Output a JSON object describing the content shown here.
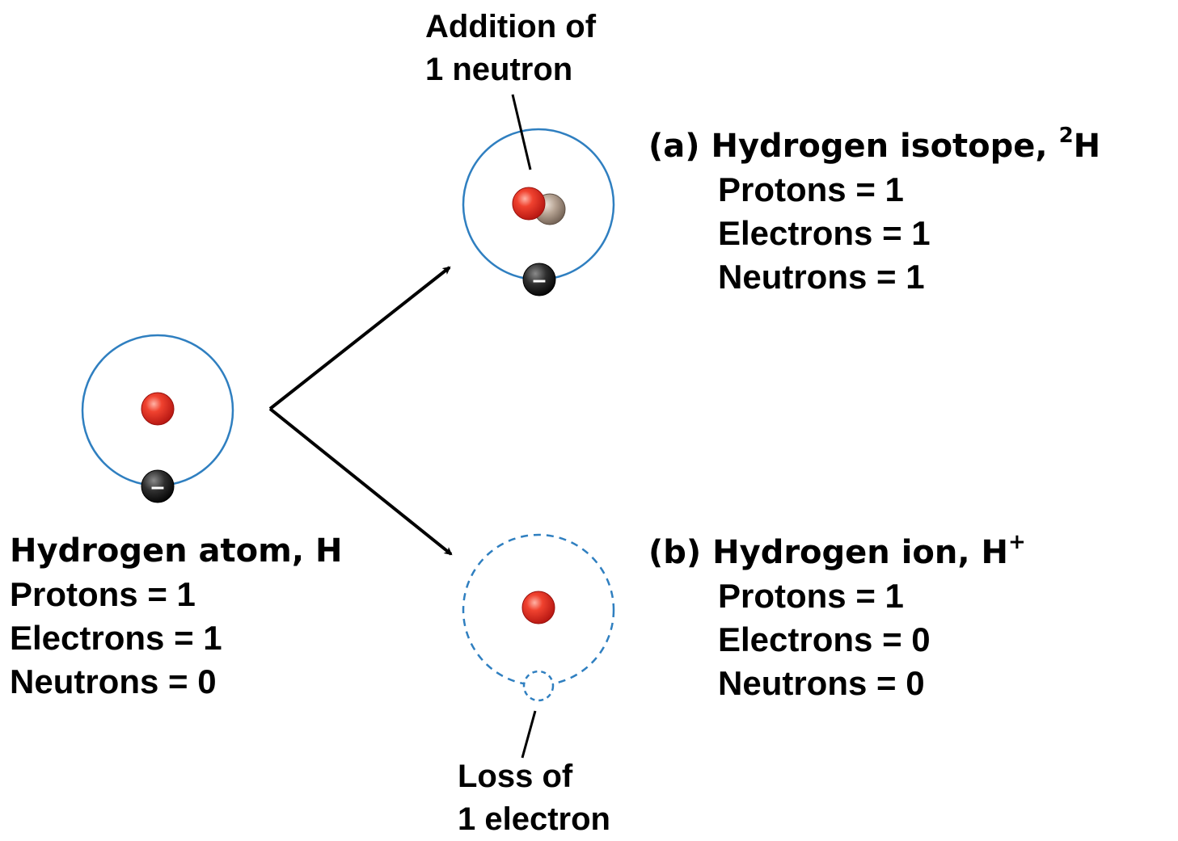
{
  "neutral": {
    "title": "Hydrogen atom, H",
    "protons": "Protons = 1",
    "electrons": "Electrons = 1",
    "neutrons": "Neutrons = 0"
  },
  "isotope": {
    "letter": "(a)",
    "title": "Hydrogen isotope,",
    "mass_number": "2",
    "symbol": "H",
    "protons": "Protons = 1",
    "electrons": "Electrons = 1",
    "neutrons": "Neutrons = 1"
  },
  "ion": {
    "letter": "(b)",
    "title": "Hydrogen ion, H",
    "charge": "+",
    "protons": "Protons = 1",
    "electrons": "Electrons = 0",
    "neutrons": "Neutrons = 0"
  },
  "annotations": {
    "add_neutron_line1": "Addition of",
    "add_neutron_line2": "1 neutron",
    "lose_electron_line1": "Loss of",
    "lose_electron_line2": "1 electron"
  },
  "electron_sign": "–",
  "colors": {
    "orbit": "#2f7fc0",
    "proton": "#e0231b",
    "neutron": "#a08c7a",
    "electron": "#222222"
  }
}
